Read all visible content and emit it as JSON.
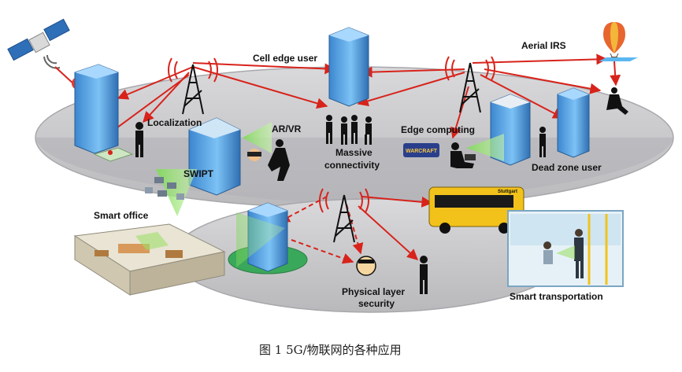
{
  "labels": {
    "cell_edge_user": "Cell edge user",
    "aerial_irs": "Aerial IRS",
    "localization": "Localization",
    "ar_vr": "AR/VR",
    "massive_line1": "Massive",
    "massive_line2": "connectivity",
    "edge_computing": "Edge computing",
    "swipt": "SWIPT",
    "dead_zone_user": "Dead zone user",
    "smart_office": "Smart office",
    "physical_layer_line1": "Physical layer",
    "physical_layer_line2": "security",
    "smart_transportation": "Smart  transportation"
  },
  "brands": {
    "warcraft": "WARCRAFT",
    "stuttgart": "Stuttgart"
  },
  "caption": "图 1 5G/物联网的各种应用",
  "colors": {
    "platform": "#c9c9cb",
    "platform_edge": "#9a9a9e",
    "link_red": "#d8231b",
    "building_blue": "#5aa6e6",
    "beam_green": "#9fe06a",
    "bus_yellow": "#f2c21b"
  }
}
